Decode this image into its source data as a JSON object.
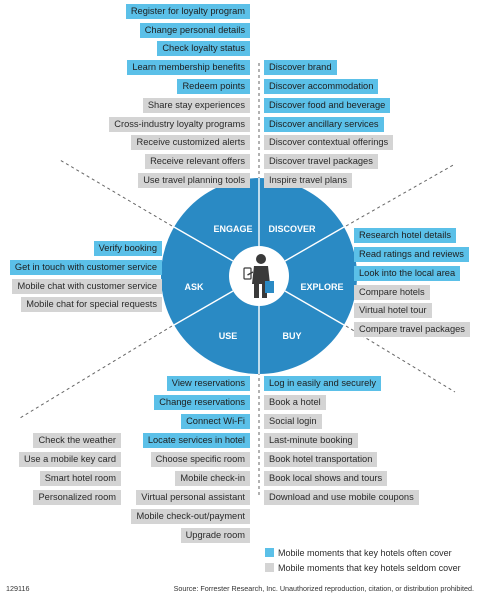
{
  "segments": {
    "engage": "ENGAGE",
    "discover": "DISCOVER",
    "explore": "EXPLORE",
    "buy": "BUY",
    "use": "USE",
    "ask": "ASK"
  },
  "engage_items": [
    {
      "text": "Register for loyalty program",
      "status": "often"
    },
    {
      "text": "Change personal details",
      "status": "often"
    },
    {
      "text": "Check loyalty status",
      "status": "often"
    },
    {
      "text": "Learn membership benefits",
      "status": "often"
    },
    {
      "text": "Redeem points",
      "status": "often"
    },
    {
      "text": "Share stay experiences",
      "status": "seldom"
    },
    {
      "text": "Cross-industry loyalty programs",
      "status": "seldom"
    },
    {
      "text": "Receive customized alerts",
      "status": "seldom"
    },
    {
      "text": "Receive relevant offers",
      "status": "seldom"
    },
    {
      "text": "Use travel planning tools",
      "status": "seldom"
    }
  ],
  "discover_items": [
    {
      "text": "Discover brand",
      "status": "often"
    },
    {
      "text": "Discover accommodation",
      "status": "often"
    },
    {
      "text": "Discover food and beverage",
      "status": "often"
    },
    {
      "text": "Discover ancillary services",
      "status": "often"
    },
    {
      "text": "Discover contextual offerings",
      "status": "seldom"
    },
    {
      "text": "Discover travel packages",
      "status": "seldom"
    },
    {
      "text": "Inspire travel plans",
      "status": "seldom"
    }
  ],
  "explore_items": [
    {
      "text": "Research hotel details",
      "status": "often"
    },
    {
      "text": "Read ratings and reviews",
      "status": "often"
    },
    {
      "text": "Look into the local area",
      "status": "often"
    },
    {
      "text": "Compare hotels",
      "status": "seldom"
    },
    {
      "text": "Virtual hotel tour",
      "status": "seldom"
    },
    {
      "text": "Compare travel packages",
      "status": "seldom"
    }
  ],
  "ask_items": [
    {
      "text": "Verify booking",
      "status": "often"
    },
    {
      "text": "Get in touch with customer service",
      "status": "often"
    },
    {
      "text": "Mobile chat with customer service",
      "status": "seldom"
    },
    {
      "text": "Mobile chat for special requests",
      "status": "seldom"
    }
  ],
  "use_items": [
    {
      "text": "View reservations",
      "status": "often"
    },
    {
      "text": "Change reservations",
      "status": "often"
    },
    {
      "text": "Connect Wi-Fi",
      "status": "often"
    },
    {
      "text": "Locate services in hotel",
      "status": "often"
    },
    {
      "text": "Choose specific room",
      "status": "seldom"
    },
    {
      "text": "Mobile check-in",
      "status": "seldom"
    },
    {
      "text": "Virtual personal assistant",
      "status": "seldom"
    },
    {
      "text": "Mobile check-out/payment",
      "status": "seldom"
    },
    {
      "text": "Upgrade room",
      "status": "seldom"
    }
  ],
  "use_outer_items": [
    {
      "text": "Check the weather",
      "status": "seldom"
    },
    {
      "text": "Use a mobile key card",
      "status": "seldom"
    },
    {
      "text": "Smart hotel room",
      "status": "seldom"
    },
    {
      "text": "Personalized room",
      "status": "seldom"
    }
  ],
  "buy_items": [
    {
      "text": "Log in easily and securely",
      "status": "often"
    },
    {
      "text": "Book a hotel",
      "status": "seldom"
    },
    {
      "text": "Social login",
      "status": "seldom"
    },
    {
      "text": "Last-minute booking",
      "status": "seldom"
    },
    {
      "text": "Book hotel transportation",
      "status": "seldom"
    },
    {
      "text": "Book local shows and tours",
      "status": "seldom"
    },
    {
      "text": "Download and use mobile coupons",
      "status": "seldom"
    }
  ],
  "legend": {
    "often": "Mobile moments that key hotels often cover",
    "seldom": "Mobile moments that key hotels seldom cover"
  },
  "colors": {
    "circle": "#2a8ac4",
    "often": "#5bc0e8",
    "seldom": "#d4d4d4",
    "divider": "#ffffff"
  },
  "footer": {
    "id": "129116",
    "source": "Source: Forrester Research, Inc. Unauthorized reproduction, citation, or distribution prohibited."
  }
}
